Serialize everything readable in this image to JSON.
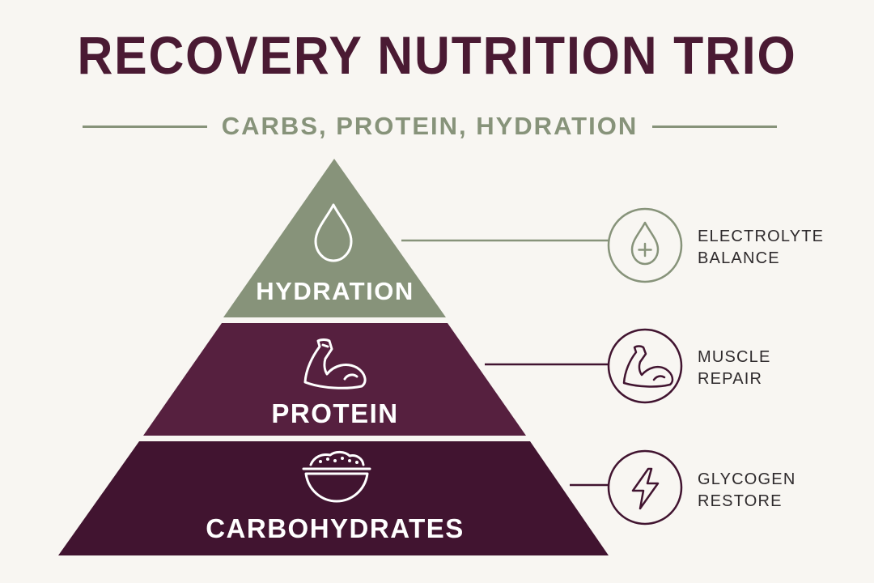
{
  "title": "RECOVERY NUTRITION TRIO",
  "subtitle": "CARBS, PROTEIN, HYDRATION",
  "colors": {
    "background": "#f8f6f2",
    "sage": "#87937a",
    "plum_mid": "#56203f",
    "plum_dark": "#411430",
    "title": "#4a1a33"
  },
  "pyramid": {
    "tiers": [
      {
        "label": "HYDRATION",
        "icon": "water-drop-icon"
      },
      {
        "label": "PROTEIN",
        "icon": "flexed-arm-icon"
      },
      {
        "label": "CARBOHYDRATES",
        "icon": "grain-bowl-icon"
      }
    ]
  },
  "benefits": [
    {
      "line1": "ELECTROLYTE",
      "line2": "BALANCE",
      "icon": "drop-plus-icon"
    },
    {
      "line1": "MUSCLE",
      "line2": "REPAIR",
      "icon": "flexed-arm-icon"
    },
    {
      "line1": "GLYCOGEN",
      "line2": "RESTORE",
      "icon": "lightning-bolt-icon"
    }
  ]
}
